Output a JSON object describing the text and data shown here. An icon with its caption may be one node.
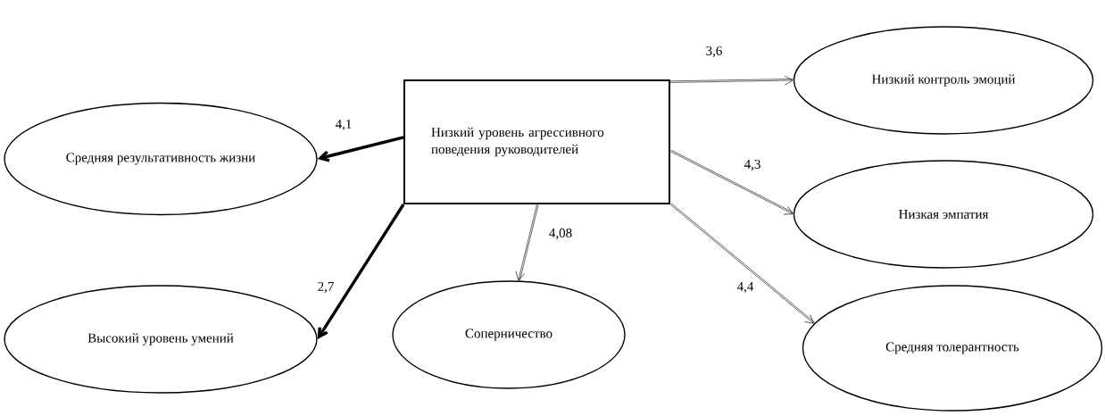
{
  "diagram": {
    "nodes": [
      {
        "text": [
          "Низкий уровень агрессивного поведения руководителей"
        ]
      },
      {
        "text": [
          "Средняя результативность жизни"
        ]
      },
      {
        "text": [
          "Высокий уровень умений"
        ]
      },
      {
        "text": [
          "Соперничество"
        ]
      },
      {
        "text": [
          "Низкий контроль эмоций"
        ]
      },
      {
        "text": [
          "Низкая эмпатия"
        ]
      },
      {
        "text": [
          "Средняя толерантность"
        ]
      }
    ],
    "edges": [
      {
        "from": 0,
        "to": 1,
        "arrow": "to",
        "label": "4,1",
        "style": "thick"
      },
      {
        "from": 0,
        "to": 2,
        "arrow": "to",
        "label": "2,7",
        "style": "thick"
      },
      {
        "from": 0,
        "to": 3,
        "arrow": "to",
        "label": "4,08"
      },
      {
        "from": 0,
        "to": 4,
        "arrow": "to",
        "label": "3,6"
      },
      {
        "from": 0,
        "to": 5,
        "arrow": "to",
        "label": "4,3"
      },
      {
        "from": 0,
        "to": 6,
        "arrow": "to",
        "label": "4,4"
      }
    ]
  }
}
